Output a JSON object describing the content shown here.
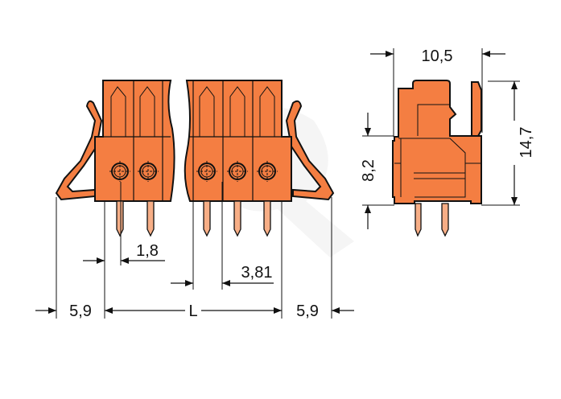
{
  "drawing": {
    "front_view": {
      "dimensions": {
        "pin_offset": "1,8",
        "pitch": "3,81",
        "left_margin": "5,9",
        "length": "L",
        "right_margin": "5,9"
      }
    },
    "side_view": {
      "dimensions": {
        "width": "10,5",
        "height": "14,7",
        "pcb_height": "8,2"
      }
    },
    "colors": {
      "housing": "#F47E42",
      "pin": "#F7AE86",
      "line": "#111111"
    }
  }
}
